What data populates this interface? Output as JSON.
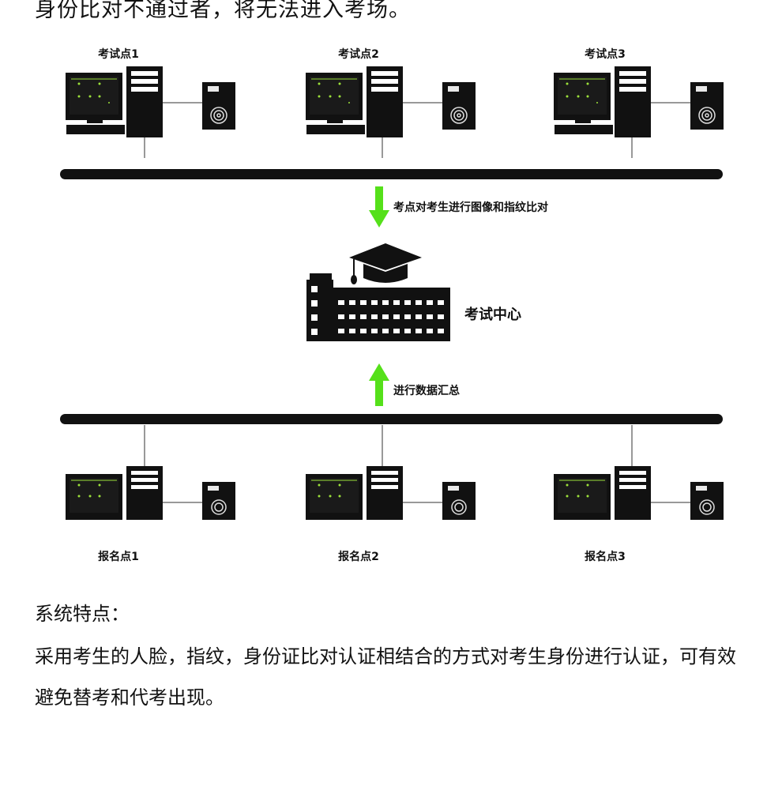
{
  "top_text": "身份比对不通过者，将无法进入考场。",
  "exam_points": [
    "考试点1",
    "考试点2",
    "考试点3"
  ],
  "registration_points": [
    "报名点1",
    "报名点2",
    "报名点3"
  ],
  "arrow_down_label": "考点对考生进行图像和指纹比对",
  "arrow_up_label": "进行数据汇总",
  "center_label": "考试中心",
  "section_title": "系统特点：",
  "description": "采用考生的人脸，指纹，身份证比对认证相结合的方式对考生身份进行认证，可有效避免替考和代考出现。",
  "colors": {
    "arrow": "#55e01a",
    "screen_dots": "#9be03a",
    "bus": "#111111"
  }
}
